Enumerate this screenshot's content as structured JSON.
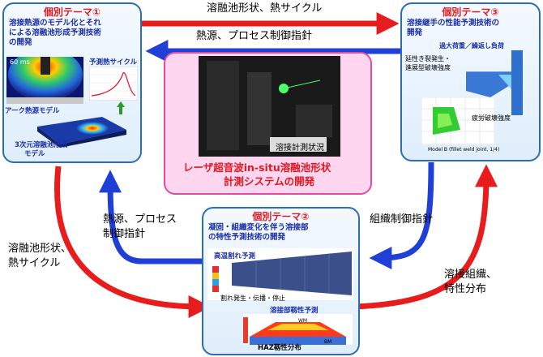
{
  "top_flows": {
    "right_label": "溶融池形状、熱サイクル",
    "left_label": "熱源、プロセス制御指針"
  },
  "side_flows": {
    "left_up_label_1": "熱源、プロセス",
    "left_up_label_2": "制御指針",
    "left_down_label_1": "溶融池形状、",
    "left_down_label_2": "熱サイクル",
    "right_down_label": "組織制御指針",
    "right_up_label_1": "溶接組織、",
    "right_up_label_2": "特性分布"
  },
  "theme1": {
    "title": "個別テーマ①",
    "subtitle_1": "溶接熱源のモデル化とそれ",
    "subtitle_2": "による溶融池形成予測技術",
    "subtitle_3": "の開発",
    "plot_label": "予測熱サイクル",
    "model_label": "アーク熱源モデル",
    "melt_label_1": "3次元溶融池形成",
    "melt_label_2": "モデル",
    "scale_label": "60 ms"
  },
  "theme3": {
    "title": "個別テーマ③",
    "subtitle_1": "溶接継手の性能予測技術の",
    "subtitle_2": "開発",
    "load_label": "過大荷重／繰返し負荷",
    "crack_label_1": "延性き裂発生・",
    "crack_label_2": "進展型破壊強度",
    "fatigue_label": "疲労破壊強度",
    "model_caption": "Model B (fillet weld joint, 1/4)"
  },
  "center": {
    "photo_caption": "溶接計測状況",
    "title_1": "レーザ超音波in-situ溶融池形状",
    "title_2": "計測システムの開発"
  },
  "theme2": {
    "title": "個別テーマ②",
    "subtitle_1": "凝固・組織変化を伴う溶接部",
    "subtitle_2": "の特性予測技術の開発",
    "hot_crack_label": "高温割れ予測",
    "crack_stage_label": "割れ発生・伝播・停止",
    "toughness_label": "溶接部靱性予測",
    "haz_label": "HAZ靱性分布",
    "wm_label": "WM",
    "bm_label": "BM"
  },
  "colors": {
    "red": "#e81c1c",
    "blue": "#1f3fd6",
    "frame": "#2a6db8",
    "accent": "#e4171e"
  }
}
